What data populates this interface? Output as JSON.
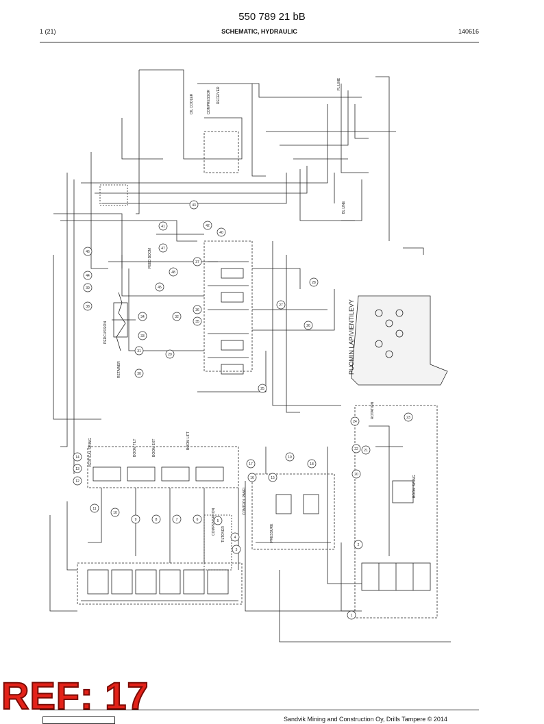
{
  "header": {
    "doc_number": "550 789 21 bB",
    "page_count": "1 (21)",
    "title": "SCHEMATIC, HYDRAULIC",
    "date_code": "140616"
  },
  "schematic": {
    "labels": {
      "oil_cooler": "OIL COOLER",
      "compressor": "COMPRESSOR",
      "receiver": "RECEIVER",
      "feed_boom": "FEED BOOM",
      "percussion": "PERCUSSION",
      "retainer": "RETAINER",
      "vertical_swing": "VERTICAL SWING",
      "boom_tilt": "BOOM TILT",
      "boom_ext": "BOOM EXT",
      "boom_lift": "BOOM LIFT",
      "control_panel": "CONTROL PANEL",
      "puomin_lapivientilevy": "PUOMIN LAPIVIENTILEVY",
      "rotation": "ROTATION",
      "boom_swing": "BOOM SWING",
      "tiltover": "TILTOVER",
      "compensation": "COMPENSATION",
      "pressure": "PRESSURE",
      "line_fl": "FL LINE",
      "line_bl": "BL LINE"
    },
    "callouts": [
      "43",
      "42",
      "41",
      "40",
      "46",
      "47",
      "48",
      "45",
      "44",
      "39",
      "38",
      "37",
      "36",
      "35",
      "34",
      "33",
      "32",
      "31",
      "30",
      "29",
      "28",
      "27",
      "26",
      "25",
      "24",
      "23",
      "22",
      "21",
      "20",
      "19",
      "18",
      "17",
      "16",
      "15",
      "14",
      "13",
      "12",
      "11",
      "10",
      "9",
      "8",
      "7",
      "6",
      "5",
      "4",
      "3",
      "2",
      "1"
    ]
  },
  "stamp": {
    "text": "REF: 17"
  },
  "footer": {
    "copyright": "Sandvik Mining and Construction Oy, Drills Tampere © 2014"
  },
  "colors": {
    "stamp_fill": "#e32219",
    "stamp_outline": "#7a0b05",
    "line": "#222222"
  }
}
